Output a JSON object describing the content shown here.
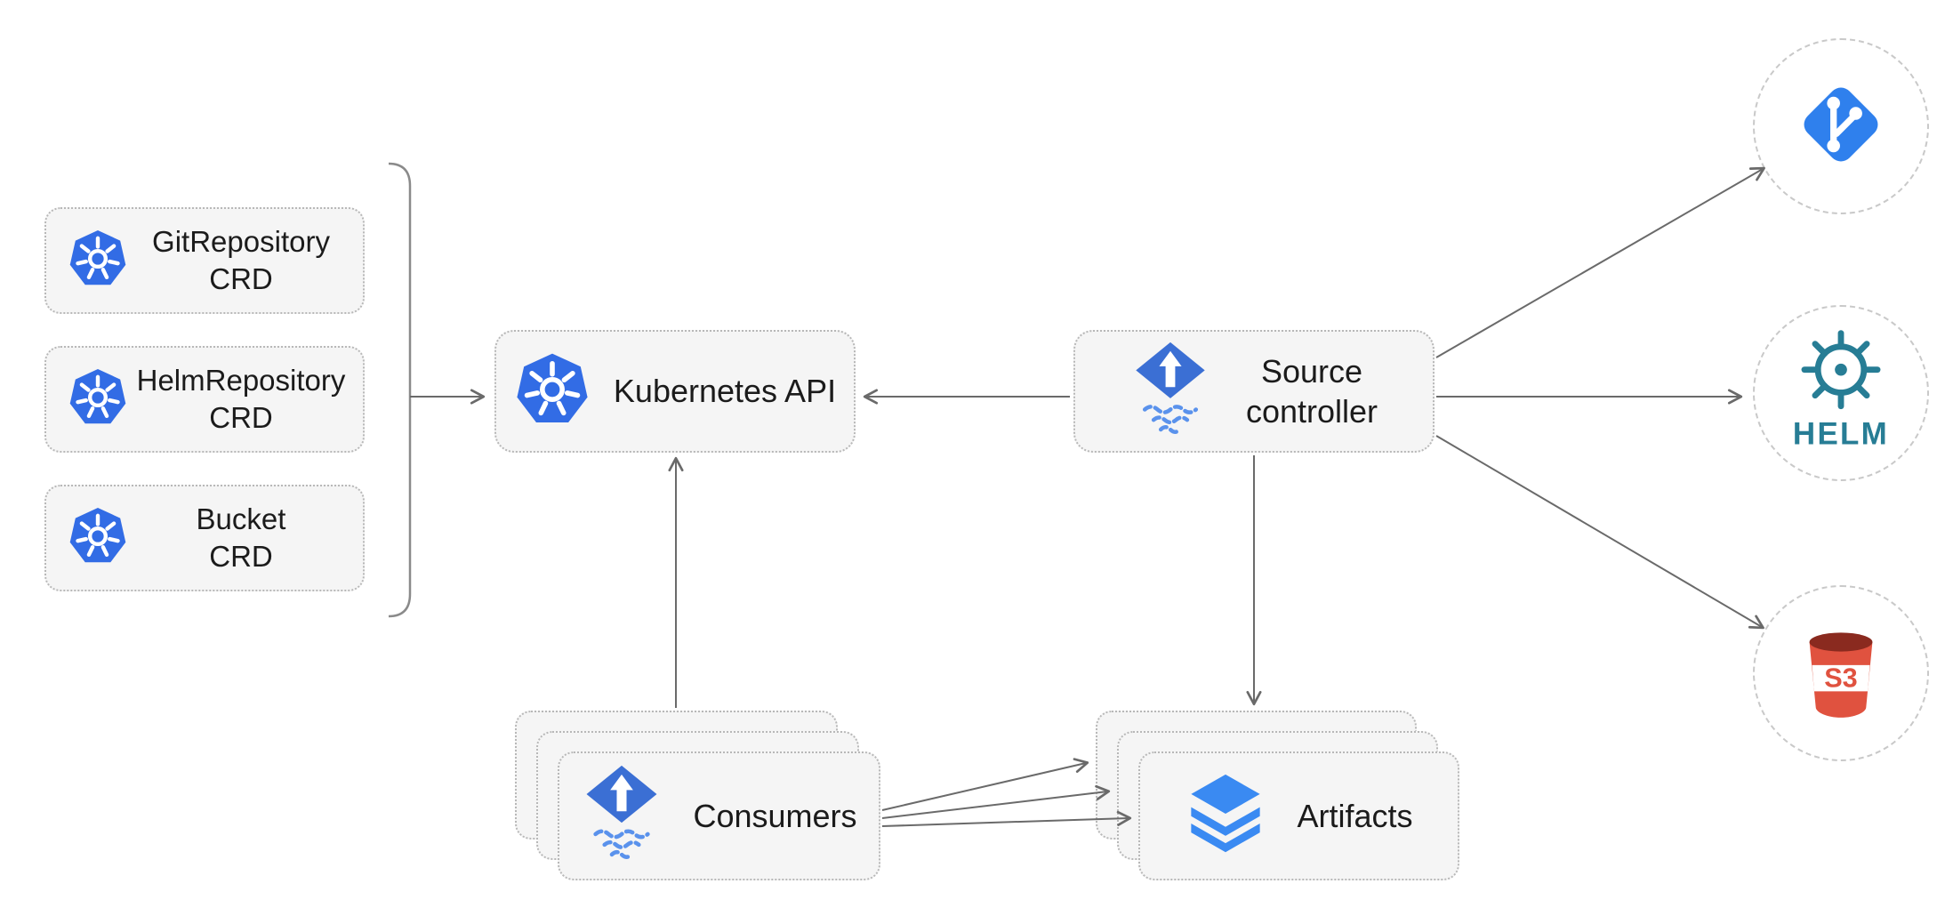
{
  "diagram": {
    "crd_boxes": [
      {
        "icon": "kubernetes-icon",
        "line1": "GitRepository",
        "line2": "CRD"
      },
      {
        "icon": "kubernetes-icon",
        "line1": "HelmRepository",
        "line2": "CRD"
      },
      {
        "icon": "kubernetes-icon",
        "line1": "Bucket",
        "line2": "CRD"
      }
    ],
    "kubernetes_api": {
      "icon": "kubernetes-icon",
      "label": "Kubernetes API"
    },
    "source_controller": {
      "icon": "flux-icon",
      "line1": "Source",
      "line2": "controller"
    },
    "consumers": {
      "icon": "flux-icon",
      "label": "Consumers"
    },
    "artifacts": {
      "icon": "layers-icon",
      "label": "Artifacts"
    },
    "external_sources": [
      {
        "icon": "git-icon",
        "text": ""
      },
      {
        "icon": "helm-icon",
        "text": "HELM"
      },
      {
        "icon": "s3-bucket-icon",
        "text": "S3"
      }
    ],
    "colors": {
      "kubernetes_blue": "#326ce5",
      "flux_blue": "#3b6fd4",
      "flux_wave_blue": "#5a92ec",
      "artifacts_blue": "#3a8af2",
      "git_blue": "#2f80ed",
      "helm_teal": "#277d95",
      "s3_red": "#e0523f",
      "s3_dark_red": "#8a2a1f",
      "box_background": "#f5f5f5",
      "border": "#b8b8b8",
      "arrow": "#6a6a6a",
      "bracket": "#8a8a8a",
      "text": "#1b1b1b"
    }
  }
}
